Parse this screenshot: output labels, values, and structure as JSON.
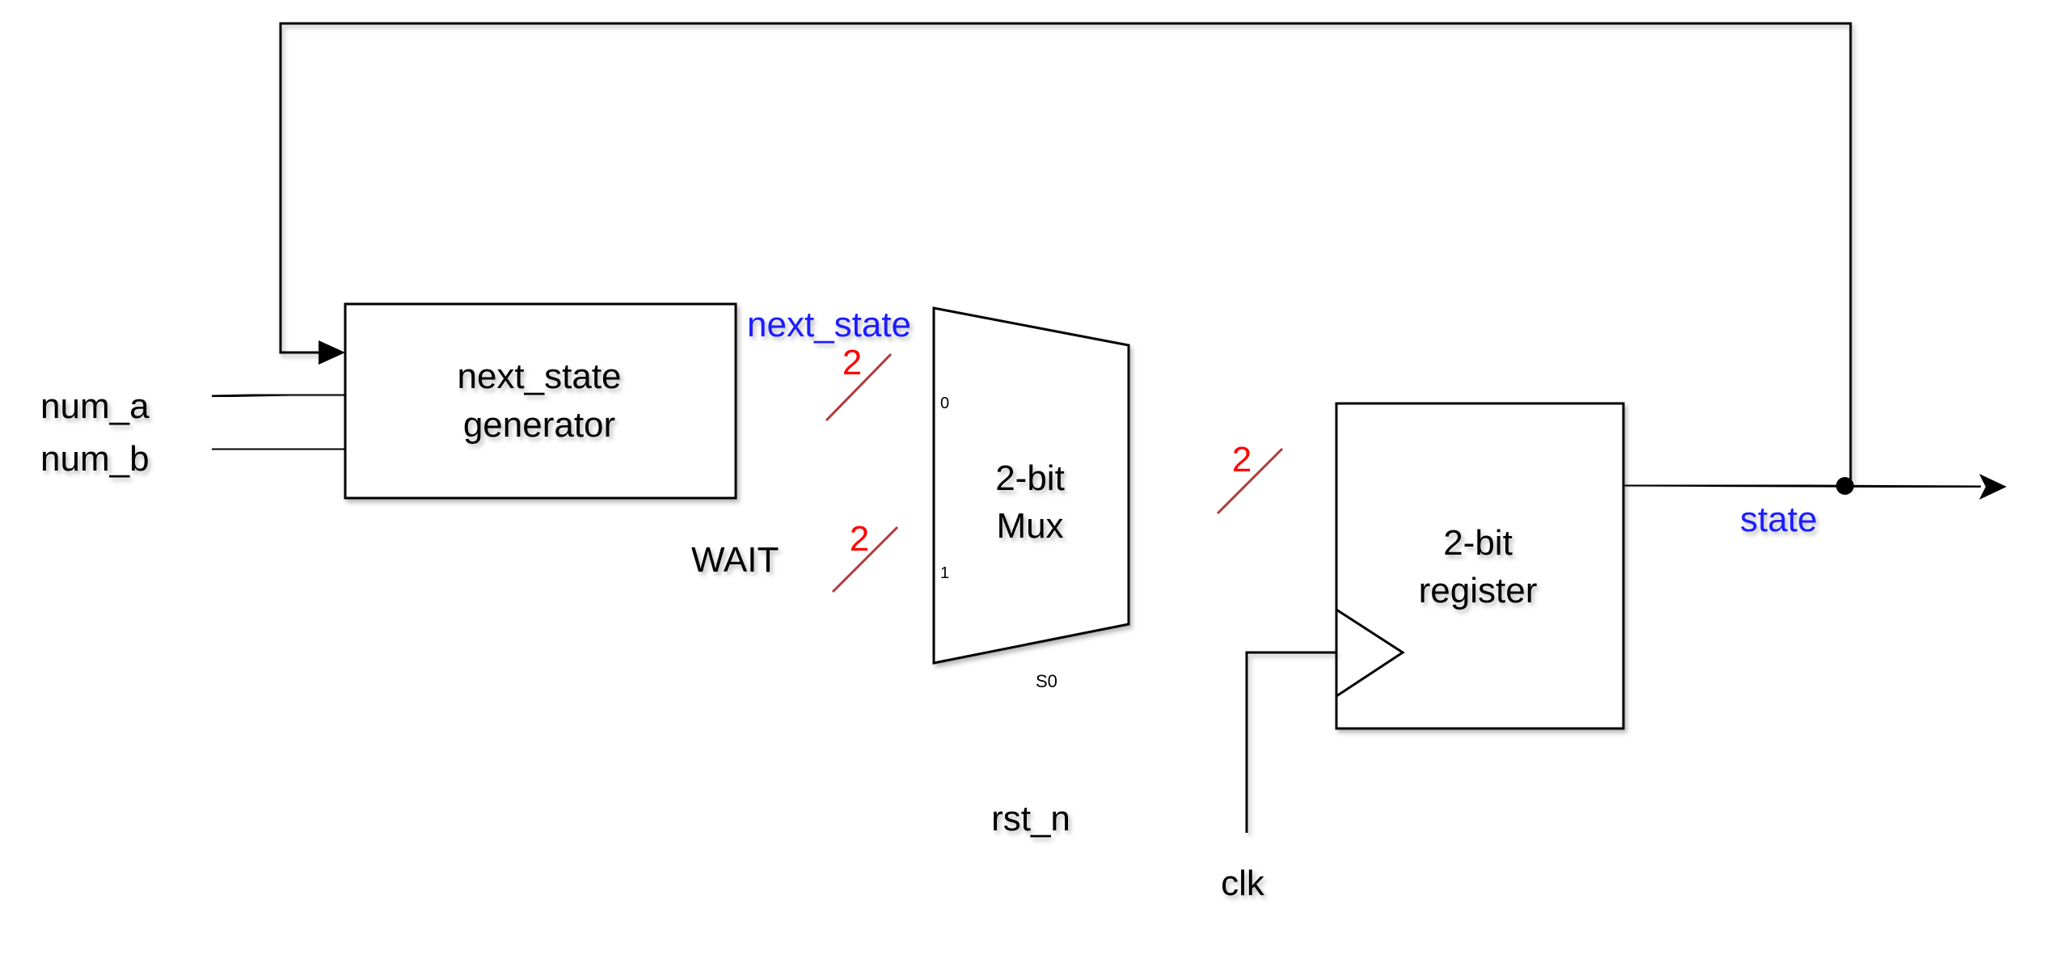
{
  "diagram": {
    "blocks": {
      "generator": {
        "line1": "next_state",
        "line2": "generator"
      },
      "mux": {
        "line1": "2-bit",
        "line2": "Mux",
        "port0": "0",
        "port1": "1",
        "select": "S0"
      },
      "register": {
        "line1": "2-bit",
        "line2": "register"
      }
    },
    "inputs": {
      "num_a": "num_a",
      "num_b": "num_b",
      "wait": "WAIT",
      "rst_n": "rst_n",
      "clk": "clk"
    },
    "signals": {
      "next_state": "next_state",
      "state": "state"
    },
    "bus_widths": {
      "next_state": "2",
      "wait": "2",
      "mux_out": "2"
    },
    "colors": {
      "signal_label": "#1a1aff",
      "bus_width_label": "#ff0000",
      "bus_slash": "#b03a3a",
      "wire": "#000000"
    }
  }
}
